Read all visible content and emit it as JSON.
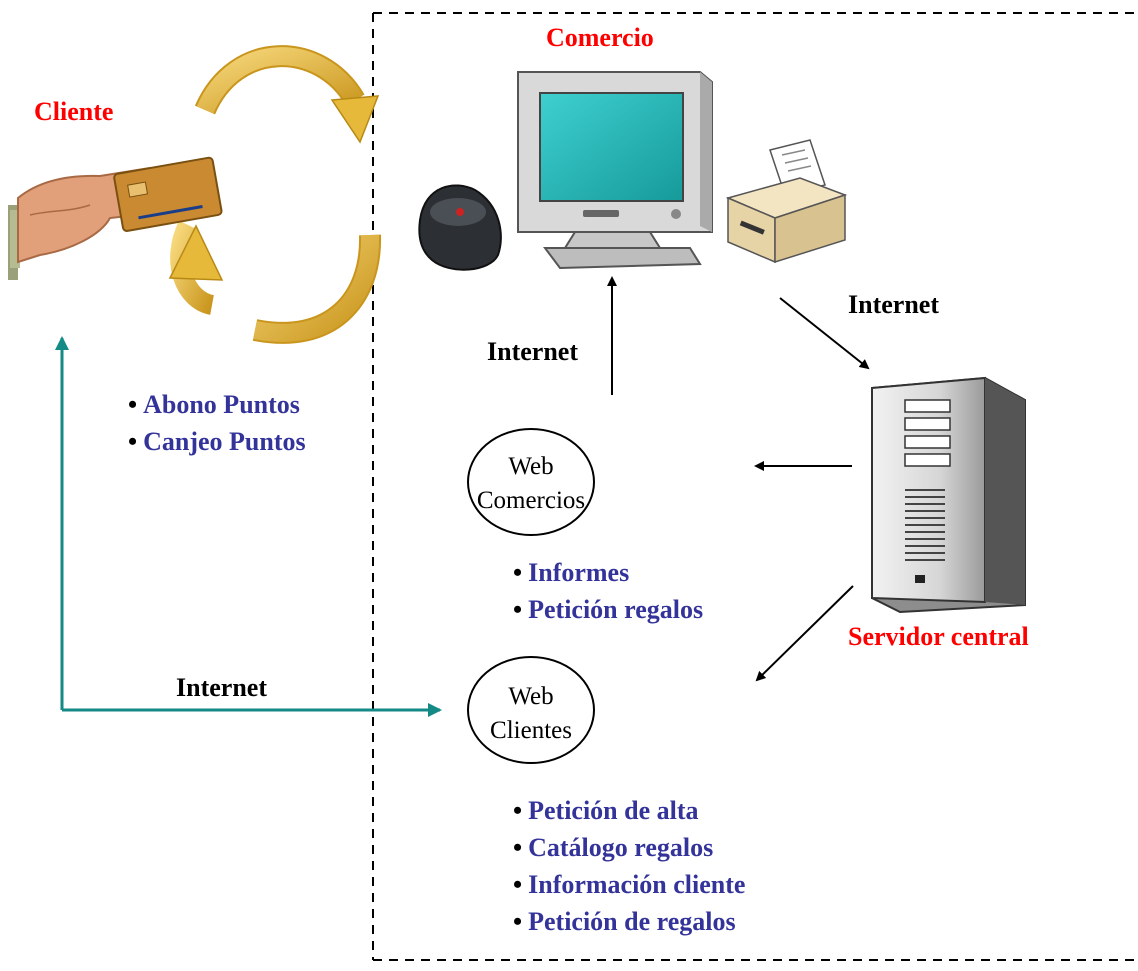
{
  "labels": {
    "cliente": "Cliente",
    "comercio": "Comercio",
    "servidor": "Servidor central",
    "internet_printer_server": "Internet",
    "internet_web_monitor": "Internet",
    "internet_client_web": "Internet"
  },
  "nodes": {
    "web_comercios": {
      "line1": "Web",
      "line2": "Comercios"
    },
    "web_clientes": {
      "line1": "Web",
      "line2": "Clientes"
    }
  },
  "features": {
    "cliente": [
      "Abono Puntos",
      "Canjeo Puntos"
    ],
    "web_comercios": [
      "Informes",
      "Petición regalos"
    ],
    "web_clientes": [
      "Petición de alta",
      "Catálogo regalos",
      "Información cliente",
      "Petición de regalos"
    ]
  },
  "colors": {
    "label_red": "#ff0000",
    "feature_blue": "#33339a",
    "teal_arrow": "#138a86",
    "gold_arrow": "#e6b93a",
    "monitor_screen": "#20b6b6"
  },
  "icons": [
    "hand-card-icon",
    "monitor-icon",
    "card-reader-icon",
    "printer-icon",
    "server-icon"
  ]
}
